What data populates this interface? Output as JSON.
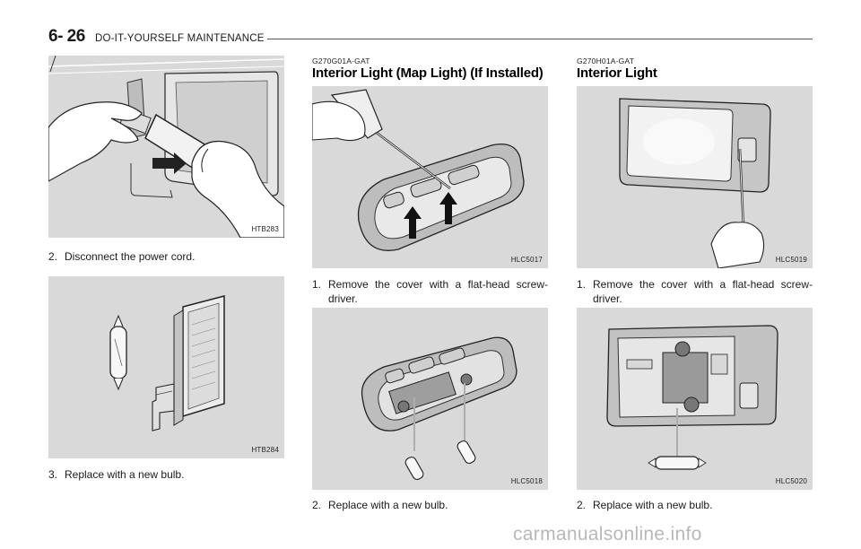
{
  "header": {
    "page_number": "6- 26",
    "section_title": "DO-IT-YOURSELF MAINTENANCE"
  },
  "column1": {
    "figure1_id": "HTB283",
    "step2": {
      "num": "2.",
      "text": "Disconnect the power cord."
    },
    "figure2_id": "HTB284",
    "step3": {
      "num": "3.",
      "text": "Replace with a new bulb."
    }
  },
  "column2": {
    "code": "G270G01A-GAT",
    "heading": "Interior Light (Map Light) (If Installed)",
    "figure1_id": "HLC5017",
    "step1": {
      "num": "1.",
      "text": "Remove the cover with a flat-head screw-driver."
    },
    "figure2_id": "HLC5018",
    "step2": {
      "num": "2.",
      "text": "Replace with a new bulb."
    }
  },
  "column3": {
    "code": "G270H01A-GAT",
    "heading": "Interior Light",
    "figure1_id": "HLC5019",
    "step1": {
      "num": "1.",
      "text": "Remove the cover with a flat-head screw-driver."
    },
    "figure2_id": "HLC5020",
    "step2": {
      "num": "2.",
      "text": "Replace with a new bulb."
    }
  },
  "watermark": "carmanualsonline.info"
}
